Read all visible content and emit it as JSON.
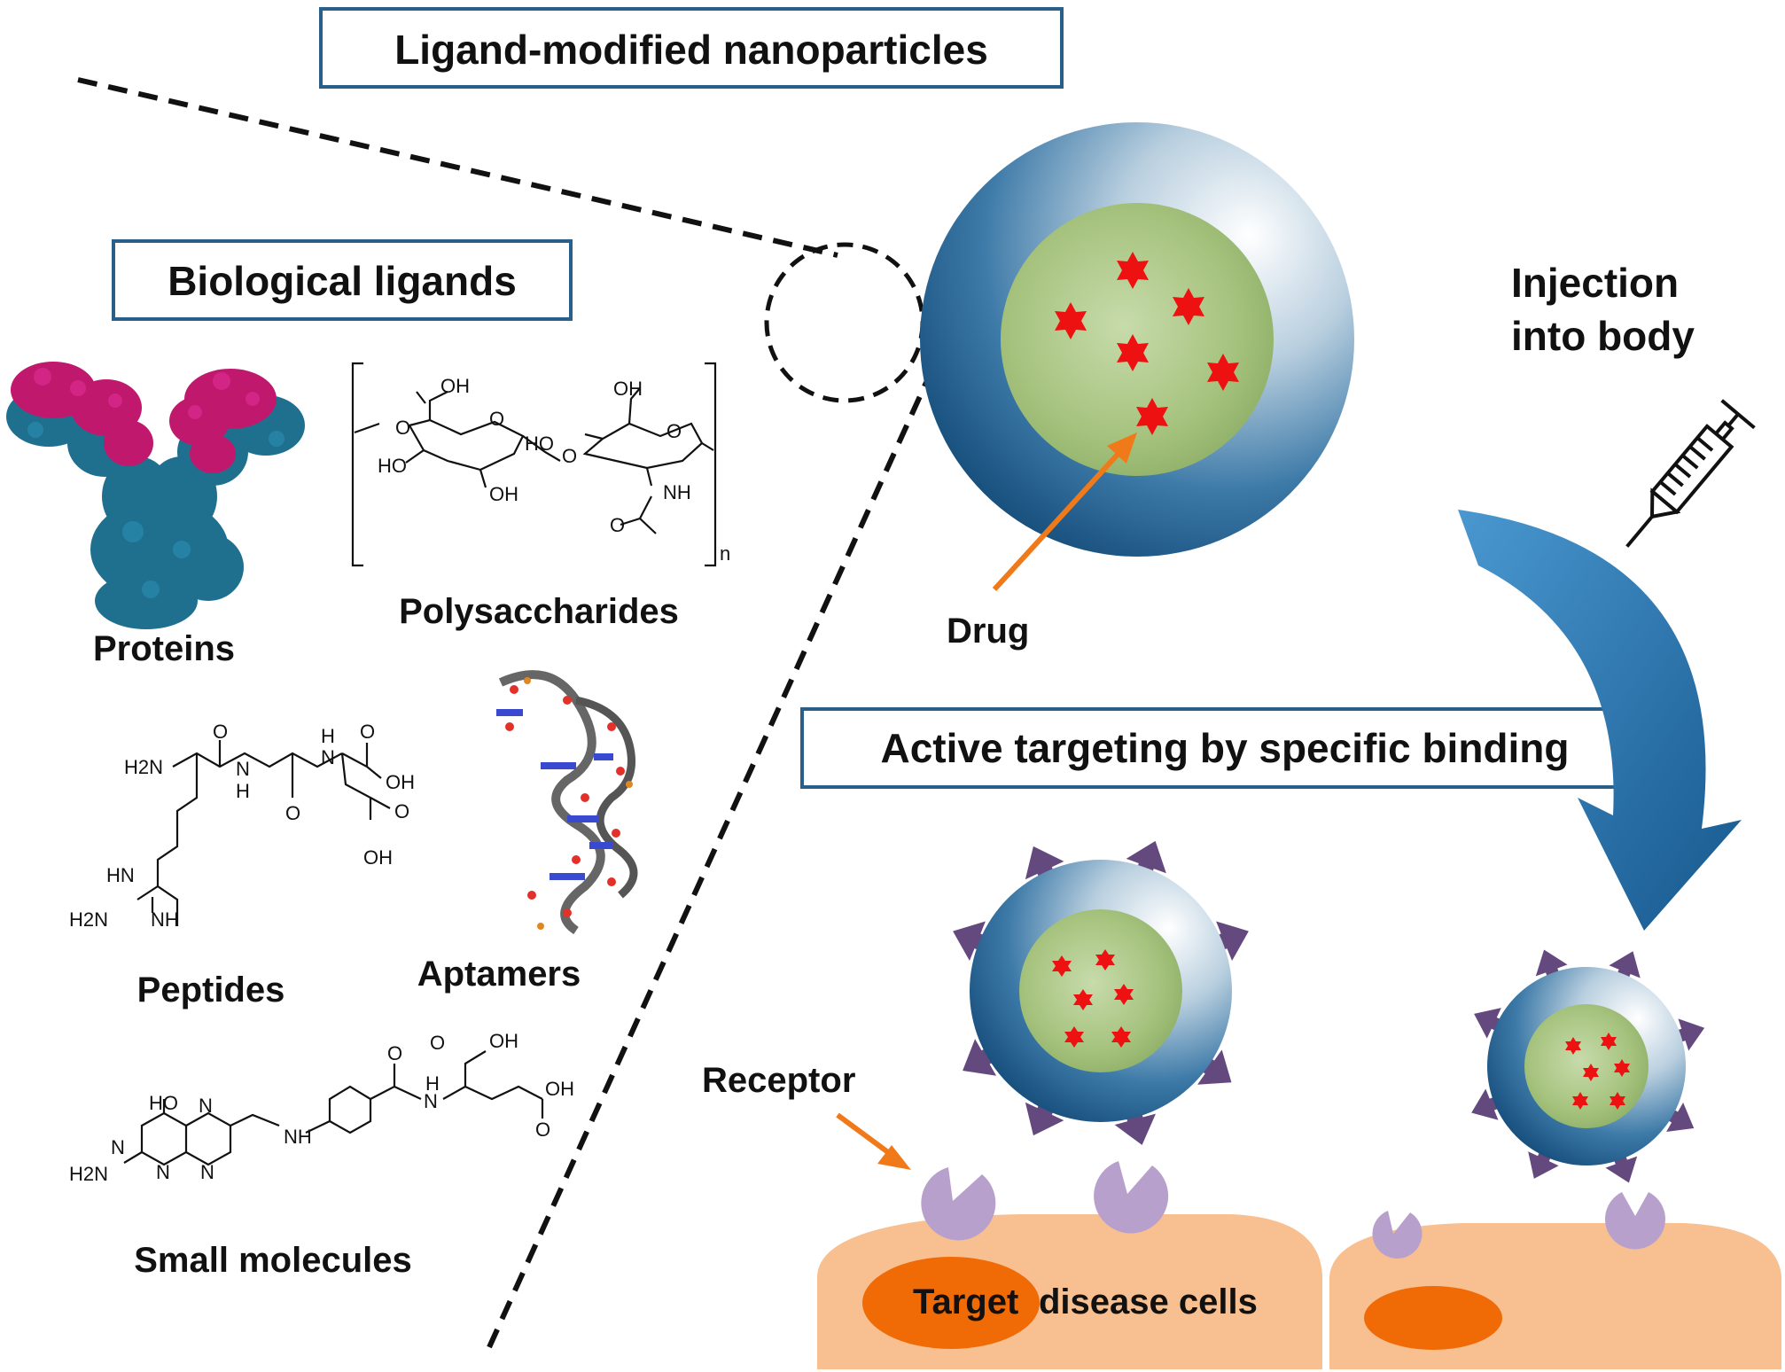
{
  "titles": {
    "nanoparticles": "Ligand-modified nanoparticles",
    "ligands": "Biological ligands",
    "targeting": "Active targeting by specific binding"
  },
  "labels": {
    "injection_line1": "Injection",
    "injection_line2": "into body",
    "drug": "Drug",
    "receptor": "Receptor",
    "target_cells_1": "Target",
    "target_cells_2": "disease cells"
  },
  "ligand_types": {
    "proteins": "Proteins",
    "polysaccharides": "Polysaccharides",
    "peptides": "Peptides",
    "aptamers": "Aptamers",
    "small_molecules": "Small molecules"
  },
  "chemistry": {
    "polysaccharide_atoms": [
      "OH",
      "O",
      "O",
      "OH",
      "HO",
      "O",
      "O",
      "HO",
      "OH",
      "NH",
      "O",
      "n"
    ],
    "peptide_atoms": [
      "H2N",
      "O",
      "N",
      "H",
      "O",
      "H",
      "N",
      "O",
      "OH",
      "O",
      "OH",
      "HN",
      "H2N",
      "NH"
    ],
    "folate_atoms": [
      "HO",
      "N",
      "N",
      "H2N",
      "N",
      "N",
      "NH",
      "O",
      "N",
      "H",
      "O",
      "OH",
      "OH",
      "O"
    ]
  },
  "colors": {
    "ligand_arrow": "#64497f",
    "shell_dark": "#1e5e8e",
    "core_green": "#a7c47f",
    "drug_star": "#ee1111",
    "pointer_orange": "#f07a1a",
    "receptor": "#b8a0cc",
    "cell_body": "#f8c090",
    "nucleus": "#f06a06",
    "box_border": "#2a5f8a",
    "big_arrow": "#2a7ab8"
  },
  "icons": [
    "syringe-icon",
    "curved-arrow-icon",
    "antibody-icon",
    "dna-aptamer-icon"
  ]
}
